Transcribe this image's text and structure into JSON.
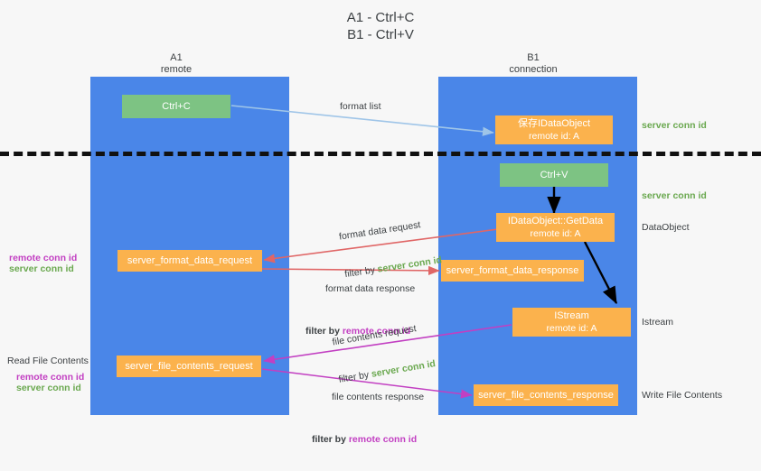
{
  "title": "A1 - Ctrl+C\nB1 - Ctrl+V",
  "lanes": [
    {
      "name": "a1",
      "title": "A1\nremote"
    },
    {
      "name": "b1",
      "title": "B1\nconnection"
    }
  ],
  "nodes": {
    "ctrl_c": {
      "label": "Ctrl+C",
      "color": "#7dc383"
    },
    "save_idataobject": {
      "label": "保存IDataObject",
      "sub": "remote id: A",
      "color": "#fbb24d"
    },
    "ctrl_v": {
      "label": "Ctrl+V",
      "color": "#7dc383"
    },
    "getdata": {
      "label": "IDataObject::GetData",
      "sub": "remote id: A",
      "color": "#fbb24d"
    },
    "server_format_data_request": {
      "label": "server_format_data_request",
      "color": "#fbb24d"
    },
    "server_format_data_response": {
      "label": "server_format_data_response",
      "color": "#fbb24d"
    },
    "istream": {
      "label": "IStream",
      "sub": "remote id: A",
      "color": "#fbb24d"
    },
    "server_file_contents_request": {
      "label": "server_file_contents_request",
      "color": "#fbb24d"
    },
    "server_file_contents_response": {
      "label": "server_file_contents_response",
      "color": "#fbb24d"
    }
  },
  "edge_labels": {
    "format_list": "format list",
    "format_data_request": "format data request",
    "format_data_request_filter_prefix": "filter by ",
    "format_data_request_filter_value": "server conn id",
    "format_data_response": "format data response",
    "format_data_response_filter_prefix": "filter by ",
    "format_data_response_filter_value": "remote conn id",
    "file_contents_request": "file contents request",
    "file_contents_request_filter_prefix": "filter by ",
    "file_contents_request_filter_value": "server conn id",
    "file_contents_response": "file contents response",
    "file_contents_response_filter_prefix": "filter by ",
    "file_contents_response_filter_value": "remote conn id"
  },
  "right_labels": {
    "server_conn_id_top": "server conn id",
    "server_conn_id_mid": "server conn id",
    "dataobject": "DataObject",
    "istream": "Istream",
    "write_file_contents": "Write File Contents"
  },
  "left_labels": {
    "remote_conn_id_mid": "remote conn id",
    "server_conn_id_mid": "server conn id",
    "read_file_contents": "Read File Contents",
    "remote_conn_id_bottom": "remote conn id",
    "server_conn_id_bottom": "server conn id"
  },
  "colors": {
    "lane": "#4a86e8",
    "green_node": "#7dc383",
    "orange_node": "#fbb24d",
    "server_conn_id": "#6aa84f",
    "remote_conn_id": "#c23fc2",
    "arrow_blue": "#9fc5e8",
    "arrow_red": "#e06666",
    "arrow_magenta": "#c23fc2",
    "arrow_black": "#000000",
    "divider": "#111111",
    "background": "#f7f7f7"
  }
}
